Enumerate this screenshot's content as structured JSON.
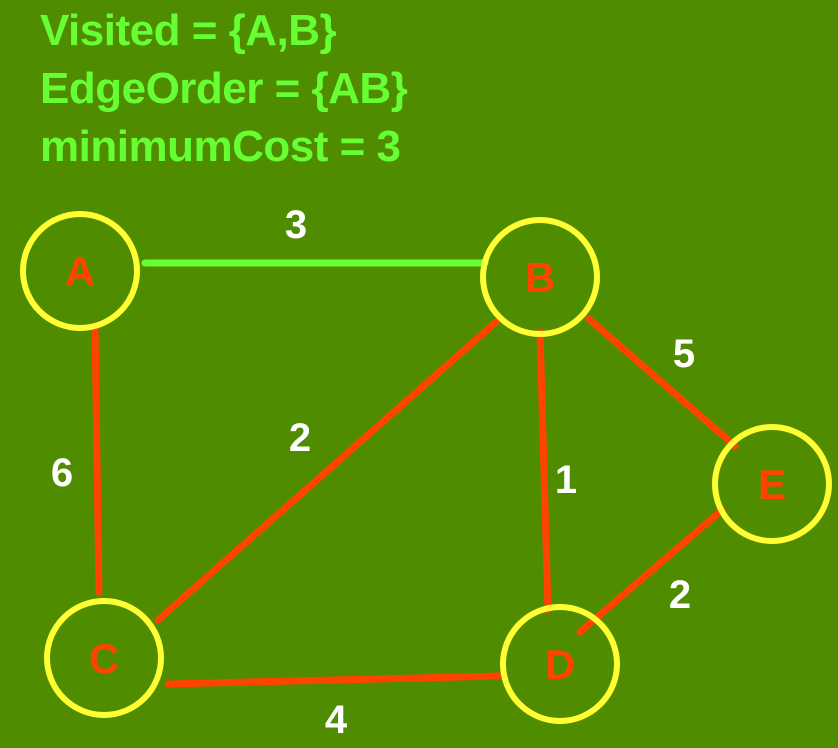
{
  "status": {
    "visited": "Visited = {A,B}",
    "edge_order": "EdgeOrder = {AB}",
    "minimum_cost": "minimumCost = 3"
  },
  "colors": {
    "background": "#4f8c00",
    "status_text": "#66ff33",
    "node_outline": "#ffff33",
    "node_label": "#ff4400",
    "edge_default": "#ff4400",
    "edge_selected": "#66ff33",
    "weight_text": "#ffffff"
  },
  "nodes": [
    {
      "id": "A",
      "label": "A"
    },
    {
      "id": "B",
      "label": "B"
    },
    {
      "id": "C",
      "label": "C"
    },
    {
      "id": "D",
      "label": "D"
    },
    {
      "id": "E",
      "label": "E"
    }
  ],
  "edges": [
    {
      "from": "A",
      "to": "B",
      "weight": "3",
      "selected": true
    },
    {
      "from": "A",
      "to": "C",
      "weight": "6",
      "selected": false
    },
    {
      "from": "B",
      "to": "C",
      "weight": "2",
      "selected": false
    },
    {
      "from": "B",
      "to": "D",
      "weight": "1",
      "selected": false
    },
    {
      "from": "B",
      "to": "E",
      "weight": "5",
      "selected": false
    },
    {
      "from": "C",
      "to": "D",
      "weight": "4",
      "selected": false
    },
    {
      "from": "D",
      "to": "E",
      "weight": "2",
      "selected": false
    }
  ]
}
